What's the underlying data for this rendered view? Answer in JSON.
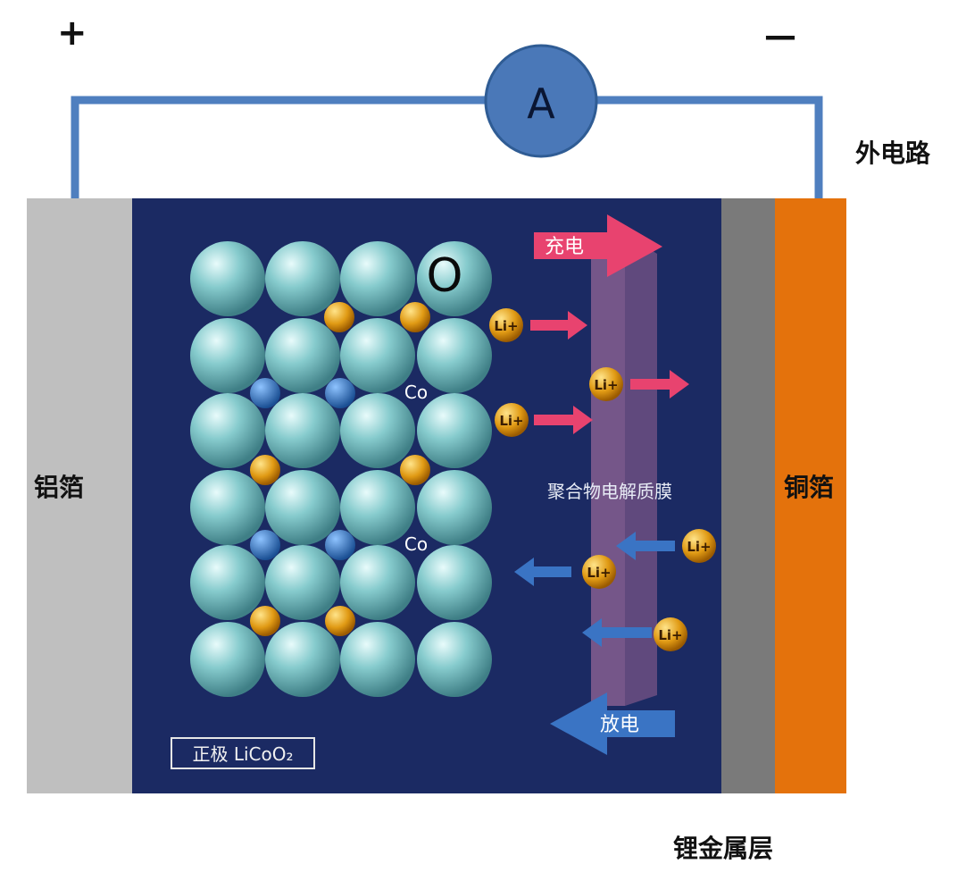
{
  "terminals": {
    "positive": "+",
    "negative": "—"
  },
  "ammeter": {
    "label": "A"
  },
  "labels": {
    "external_circuit": "外电路",
    "aluminum_foil": "铝箔",
    "copper_foil": "铜箔",
    "lithium_metal_layer": "锂金属层",
    "charge": "充电",
    "discharge": "放电",
    "polymer_membrane": "聚合物电解质膜",
    "cathode": "正极 LiCoO₂",
    "oxygen": "O",
    "cobalt": "Co",
    "lithium_ion": "Li+"
  },
  "colors": {
    "wire": "#4f7fbf",
    "ammeter_fill": "#4a78b8",
    "aluminum_foil": "#bfbfbf",
    "cathode_bg": "#1b2a63",
    "separator": "#7a7a7a",
    "copper_foil": "#e4720c",
    "oxygen_atom": "#7cc4c6",
    "cobalt_atom": "#2a6ab0",
    "lithium_atom": "#e09a14",
    "charge_arrow": "#e8436f",
    "discharge_arrow": "#3a74c4"
  }
}
